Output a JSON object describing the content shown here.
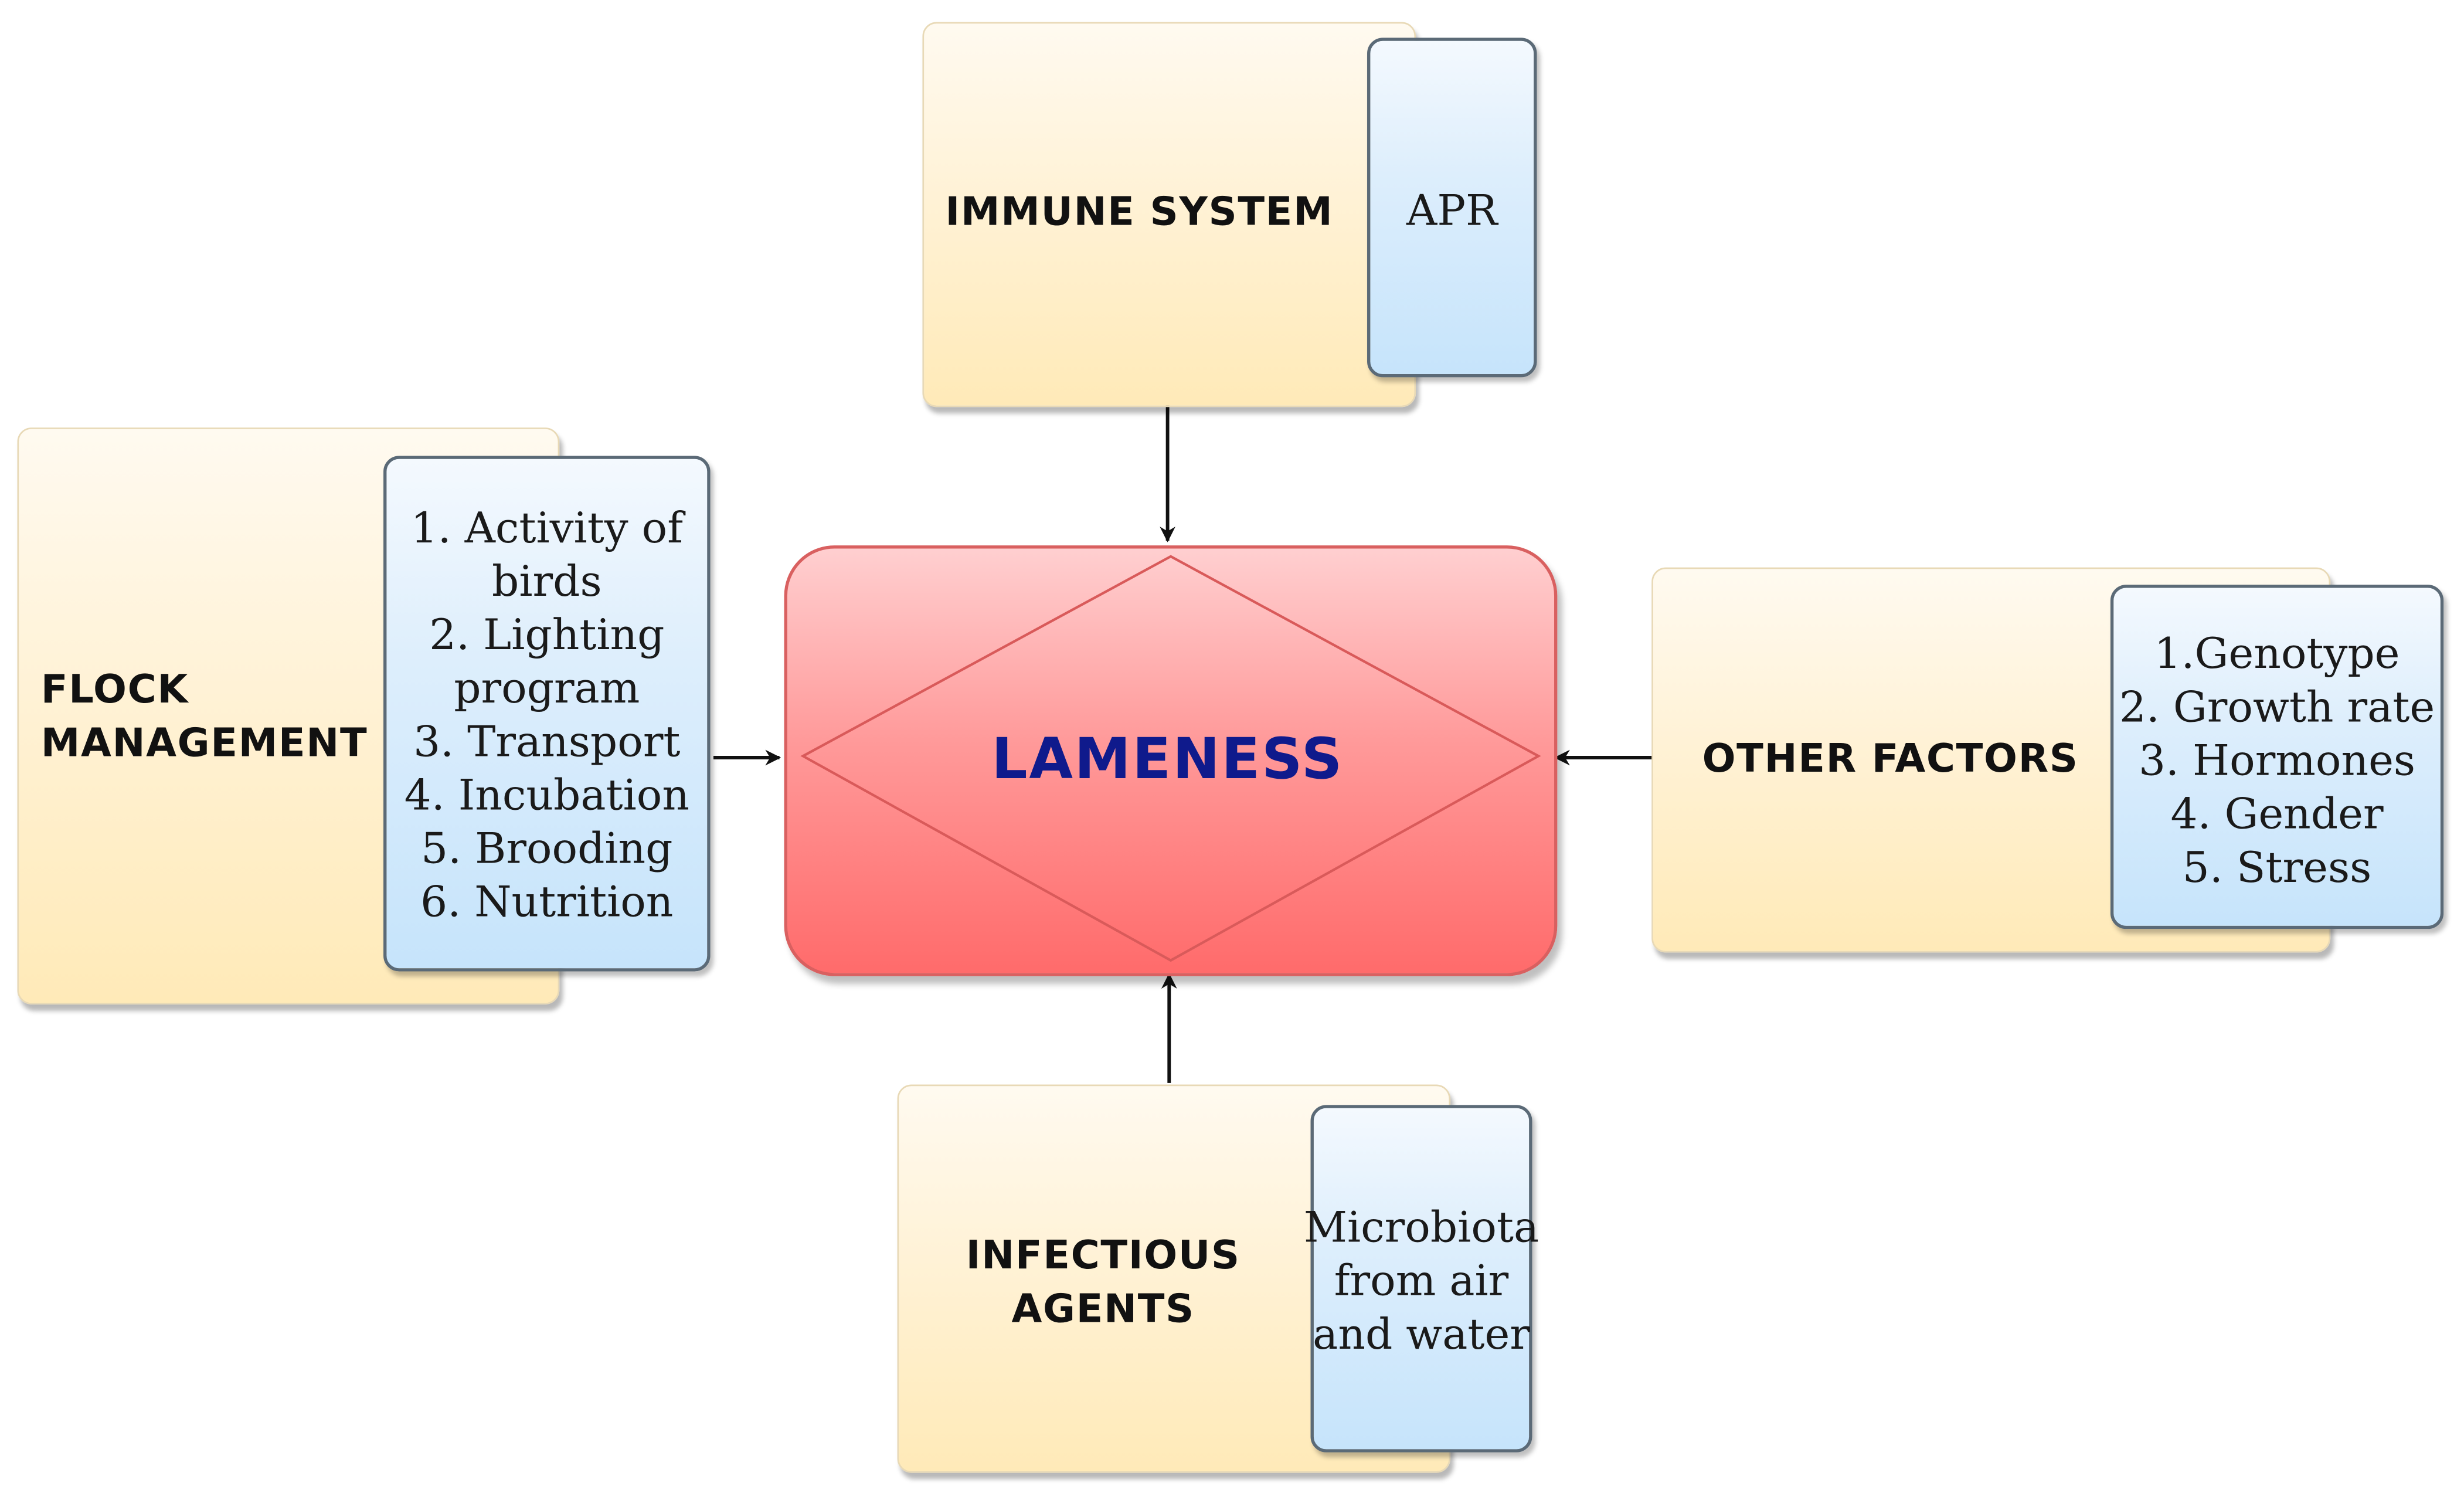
{
  "center": {
    "label": "LAMENESS"
  },
  "immune_system": {
    "title": "IMMUNE SYSTEM",
    "items": [
      "APR"
    ]
  },
  "flock_management": {
    "title_lines": [
      "FLOCK",
      "MANAGEMENT"
    ],
    "items": [
      "1. Activity of",
      "birds",
      "2. Lighting",
      "program",
      "3. Transport",
      "4. Incubation",
      "5. Brooding",
      "6. Nutrition"
    ]
  },
  "other_factors": {
    "title": "OTHER FACTORS",
    "items": [
      "1.Genotype",
      "2. Growth rate",
      "3. Hormones",
      "4. Gender",
      "5. Stress"
    ]
  },
  "infectious_agents": {
    "title_lines": [
      "INFECTIOUS",
      "AGENTS"
    ],
    "items": [
      "Microbiota",
      "from air",
      "and water"
    ]
  },
  "colors": {
    "category_fill": "#fff2d6",
    "list_fill": "#c6e4fb",
    "center_fill": "#ff8a8a",
    "center_text": "#0f1a8c",
    "arrow": "#111111"
  }
}
